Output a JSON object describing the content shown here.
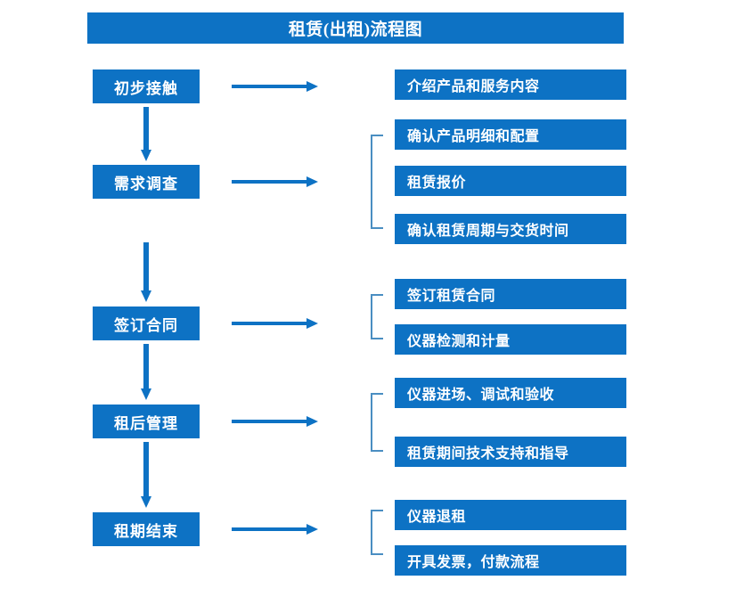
{
  "title": {
    "text": "租赁(出租)流程图"
  },
  "colors": {
    "box_blue": "#0d72c4",
    "arrow_blue": "#0d72c4",
    "bracket_blue": "#4a8ec2",
    "text_white": "#ffffff",
    "background": "#ffffff"
  },
  "stages": [
    {
      "label": "初步接触"
    },
    {
      "label": "需求调查"
    },
    {
      "label": "签订合同"
    },
    {
      "label": "租后管理"
    },
    {
      "label": "租期结束"
    }
  ],
  "details": [
    {
      "label": "介绍产品和服务内容"
    },
    {
      "label": "确认产品明细和配置"
    },
    {
      "label": "租赁报价"
    },
    {
      "label": "确认租赁周期与交货时间"
    },
    {
      "label": "签订租赁合同"
    },
    {
      "label": "仪器检测和计量"
    },
    {
      "label": "仪器进场、调试和验收"
    },
    {
      "label": "租赁期间技术支持和指导"
    },
    {
      "label": "仪器退租"
    },
    {
      "label": "开具发票，付款流程"
    }
  ],
  "icons": {
    "right_arrow": "right-arrow-icon",
    "down_arrow": "down-arrow-icon",
    "group_bracket": "group-bracket-icon"
  }
}
